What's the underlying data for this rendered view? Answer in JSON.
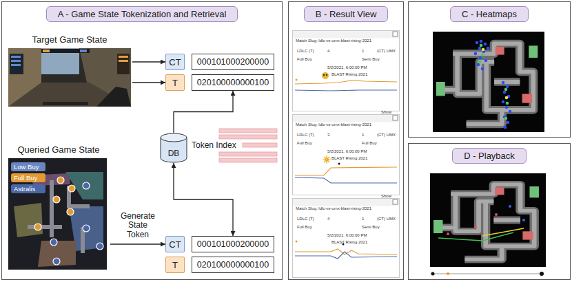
{
  "diagram": {
    "nodes": [
      {
        "text": [
          "A - Game State Tokenization and Retrieval"
        ]
      },
      {
        "text": [
          "Target Game State"
        ],
        "in": 0
      },
      {
        "text": [
          "CT"
        ],
        "in": 0
      },
      {
        "text": [
          "000101000200000"
        ],
        "in": 0
      },
      {
        "text": [
          "T"
        ],
        "in": 0
      },
      {
        "text": [
          "020100000000100"
        ],
        "in": 0
      },
      {
        "text": [
          "DB"
        ],
        "in": 0
      },
      {
        "text": [
          "Token Index"
        ],
        "in": 0
      },
      {
        "text": [
          "Queried Game State"
        ],
        "in": 0
      },
      {
        "text": [
          "CT"
        ],
        "in": 0
      },
      {
        "text": [
          "000101000200000"
        ],
        "in": 0
      },
      {
        "text": [
          "T"
        ],
        "in": 0
      },
      {
        "text": [
          "020100000000100"
        ],
        "in": 0
      },
      {
        "text": [
          "B - Result View"
        ]
      },
      {
        "text": [
          "Match Slug: ldlc-vs-umx-blast-rising-2021",
          "LDLC (T)",
          "4",
          "1",
          "(CT) UMX",
          "Full Buy",
          "Semi Buy",
          "5/2/2021, 6:00:00 PM",
          "BLAST Rising 2021",
          "Show"
        ],
        "in": 13
      },
      {
        "text": [
          "Match Slug: ldlc-vs-umx-blast-rising-2021",
          "LDLC (T)",
          "3",
          "1",
          "(CT) UMX",
          "Full Buy",
          "Full Buy",
          "5/2/2021, 6:00:00 PM",
          "BLAST Rising 2021",
          "Show"
        ],
        "in": 13
      },
      {
        "text": [
          "Match Slug: ldlc-vs-umx-blast-rising-2021",
          "LDLC (T)",
          "4",
          "1",
          "(CT) UMX",
          "Full Buy",
          "Semi Buy",
          "5/2/2021, 6:00:00 PM",
          "BLAST Rising 2021"
        ],
        "in": 13
      },
      {
        "text": [
          "C - Heatmaps"
        ]
      },
      {
        "text": [
          "D - Playback"
        ]
      }
    ],
    "edges": [
      {
        "from": 1,
        "to": 2,
        "arrow": "to"
      },
      {
        "from": 1,
        "to": 4,
        "arrow": "to"
      },
      {
        "from": 6,
        "to": 5,
        "arrow": "to"
      },
      {
        "from": 6,
        "to": 10,
        "arrow": "both"
      },
      {
        "from": 8,
        "to": 9,
        "arrow": "to",
        "label": "Generate State Token"
      }
    ],
    "legend": [
      {
        "text": "Low Buy",
        "color": "#6a87c4"
      },
      {
        "text": "Full Buy",
        "color": "#e39a35"
      },
      {
        "text": "Astralis",
        "color": "#4a67a8"
      }
    ]
  }
}
